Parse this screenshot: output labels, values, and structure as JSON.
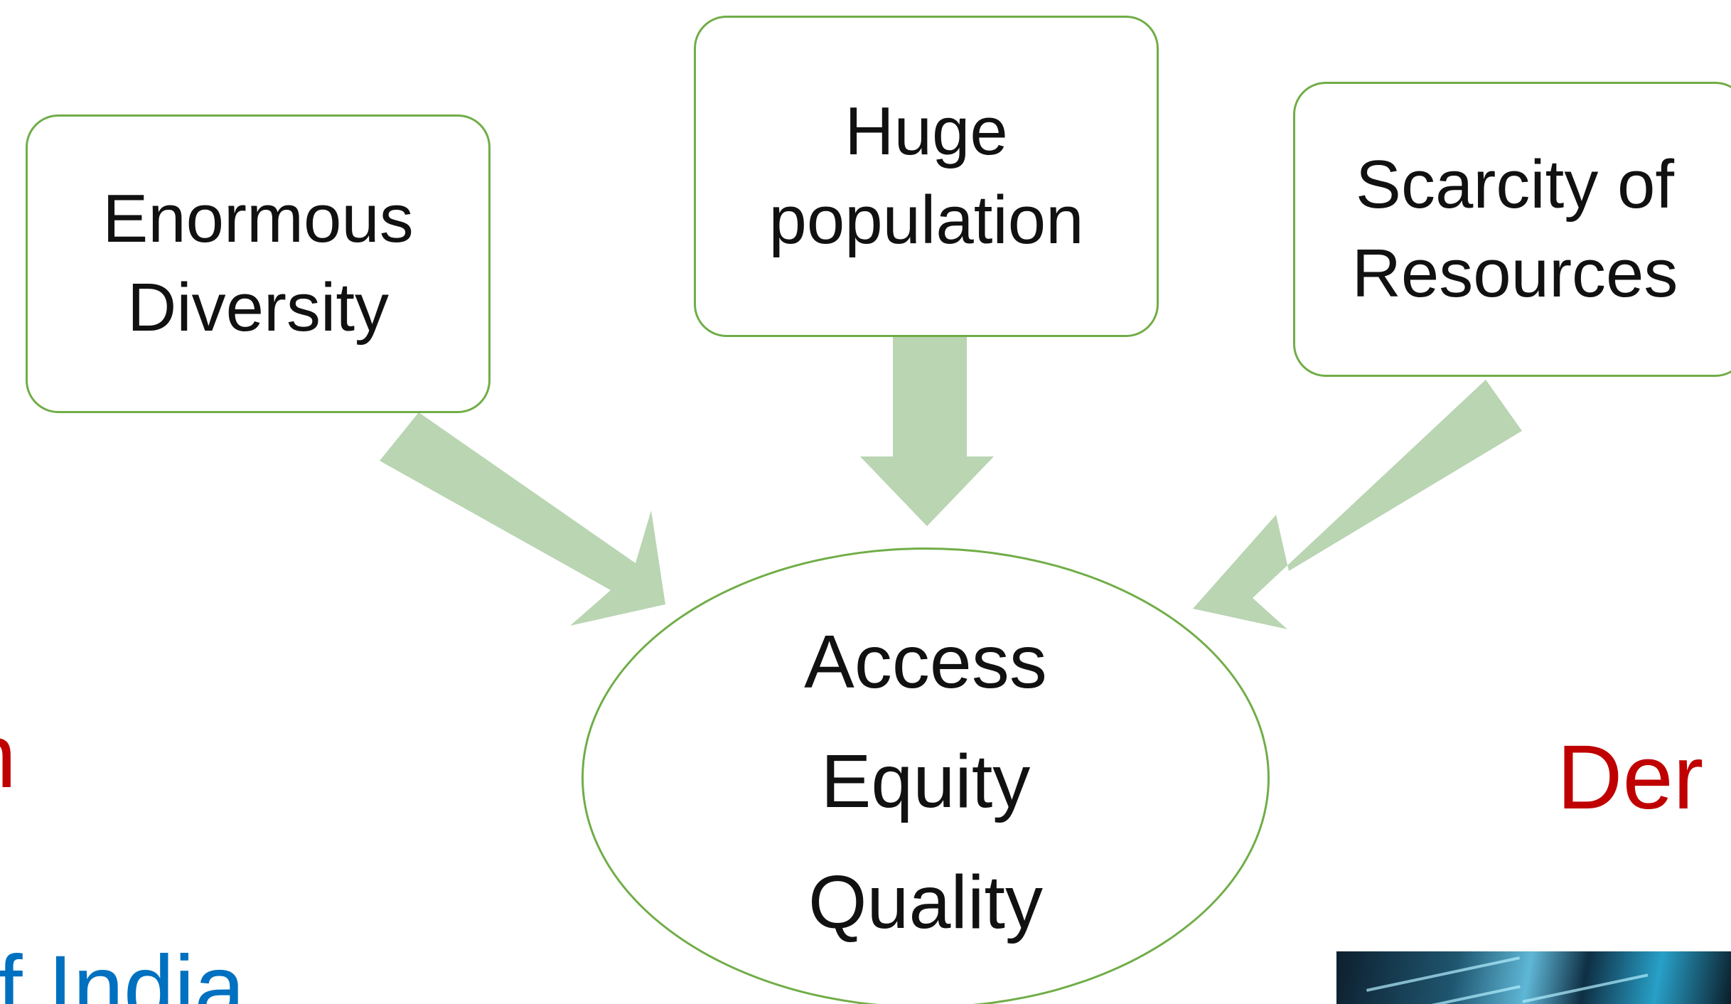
{
  "diagram": {
    "factors": [
      {
        "label": "Enormous\nDiversity"
      },
      {
        "label": "Huge\npopulation"
      },
      {
        "label": "Scarcity of\nResources"
      }
    ],
    "outcome": {
      "lines": [
        "Access",
        "Equity",
        "Quality"
      ]
    }
  },
  "background_fragments": {
    "left_red": "n",
    "left_blue": "f India",
    "right_red": "Der"
  },
  "colors": {
    "box_border": "#70ad47",
    "arrow_fill": "#b9d5b2",
    "fragment_red": "#c00000",
    "fragment_blue": "#0070c0"
  }
}
